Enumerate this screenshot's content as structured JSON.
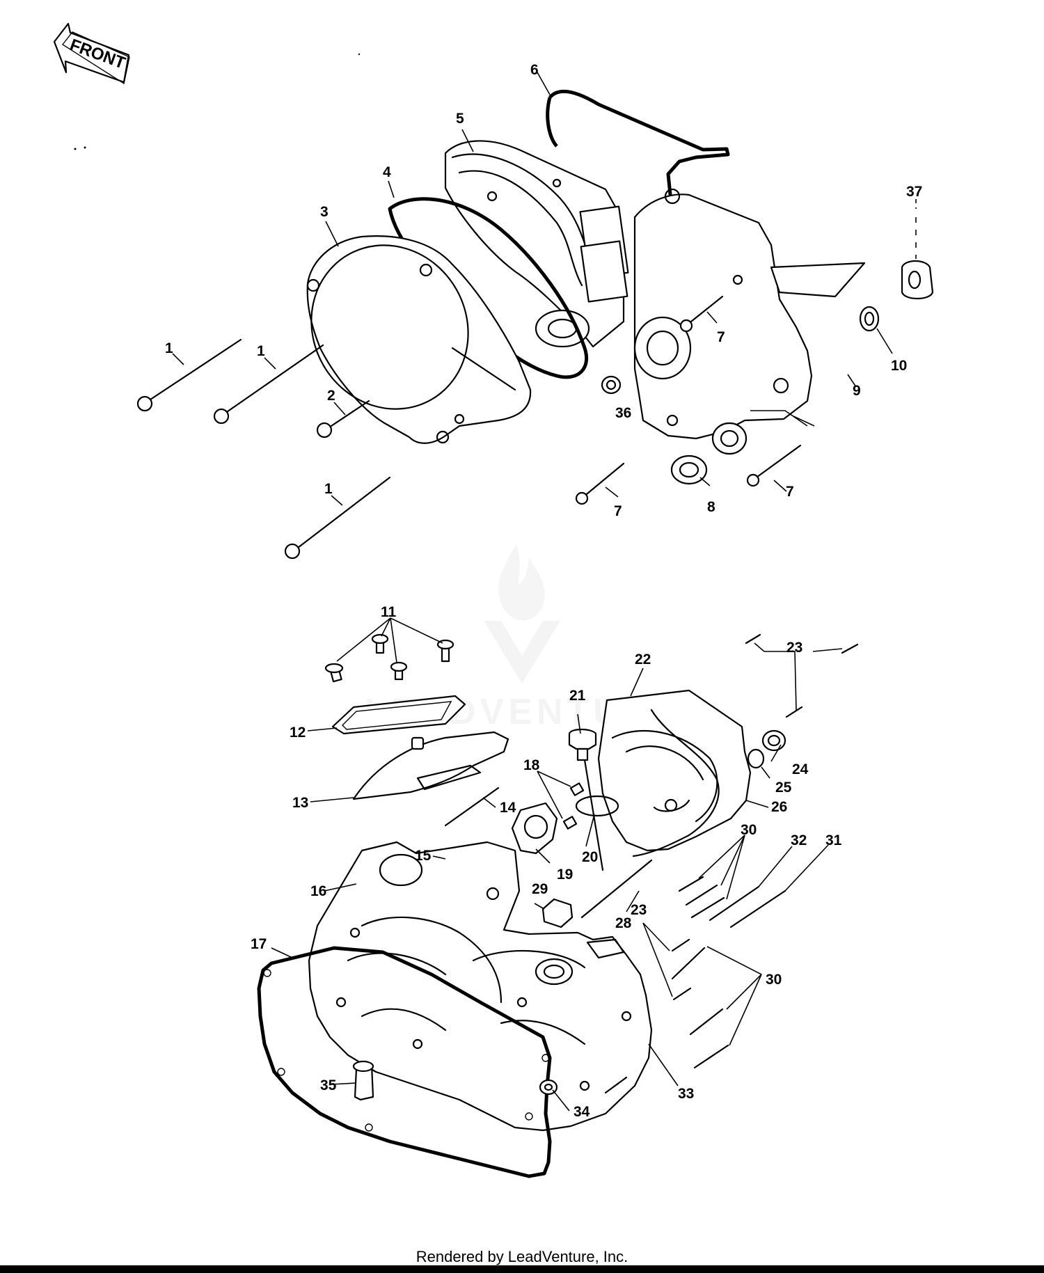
{
  "diagram": {
    "front_arrow_text": "FRONT",
    "labels": [
      "1",
      "1",
      "1",
      "2",
      "3",
      "4",
      "5",
      "6",
      "7",
      "7",
      "7",
      "8",
      "9",
      "10",
      "11",
      "12",
      "13",
      "14",
      "15",
      "16",
      "17",
      "18",
      "19",
      "20",
      "21",
      "22",
      "23",
      "23",
      "24",
      "25",
      "26",
      "28",
      "29",
      "30",
      "30",
      "31",
      "32",
      "33",
      "34",
      "35",
      "36",
      "37"
    ]
  },
  "watermark": {
    "text": "LEADVENTURE"
  },
  "footer": {
    "text": "Rendered by LeadVenture, Inc."
  },
  "colors": {
    "ink": "#000000",
    "paper": "#ffffff",
    "watermark": "#9a9a9a"
  }
}
